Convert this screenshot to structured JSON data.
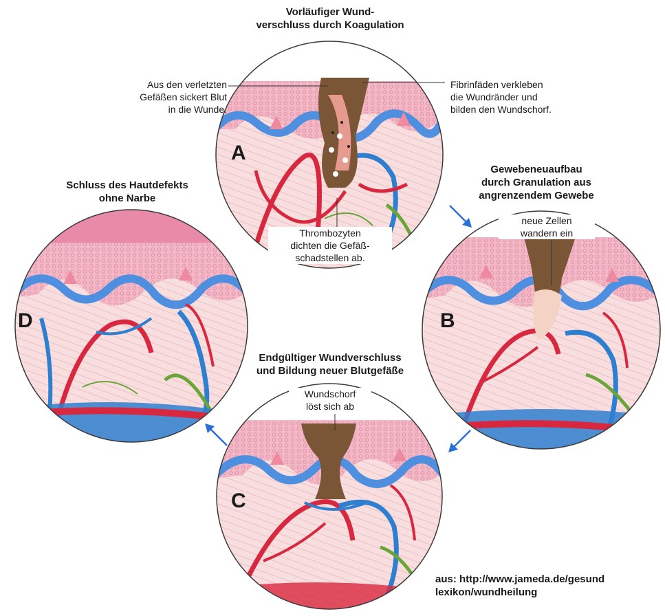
{
  "stages": {
    "a": {
      "letter": "A",
      "title": "Vorläufiger Wund-\nverschluss durch Koagulation",
      "note_left": "Aus den verletzten\nGefäßen sickert Blut\nin die Wunde.",
      "note_right": "Fibrinfäden verkleben\ndie Wundränder und\nbilden den Wundschorf.",
      "note_bottom": "Thrombozyten\ndichten die Gefäß-\nschadstellen ab."
    },
    "b": {
      "letter": "B",
      "title": "Gewebeneuaufbau\ndurch Granulation aus\nangrenzendem Gewebe",
      "note_top": "neue Zellen\nwandern ein"
    },
    "c": {
      "letter": "C",
      "title": "Endgültiger Wundverschluss\nund Bildung neuer Blutgefäße",
      "note_top": "Wundschorf\nlöst sich ab"
    },
    "d": {
      "letter": "D",
      "title": "Schluss des Hautdefekts\nohne Narbe"
    }
  },
  "source": "aus: http://www.jameda.de/gesund\nlexikon/wundheilung",
  "colors": {
    "artery": "#d8283f",
    "vein": "#2f7fd0",
    "nerve": "#6aa53a",
    "epidermis": "#f0a5b8",
    "basal_layer": "#4f8fe0",
    "dermis": "#f8dcdc",
    "scab": "#7a5636",
    "arrow": "#2a6fd6"
  },
  "icons": [
    "arrow-a-to-b-icon",
    "arrow-b-to-c-icon",
    "arrow-c-to-d-icon"
  ]
}
